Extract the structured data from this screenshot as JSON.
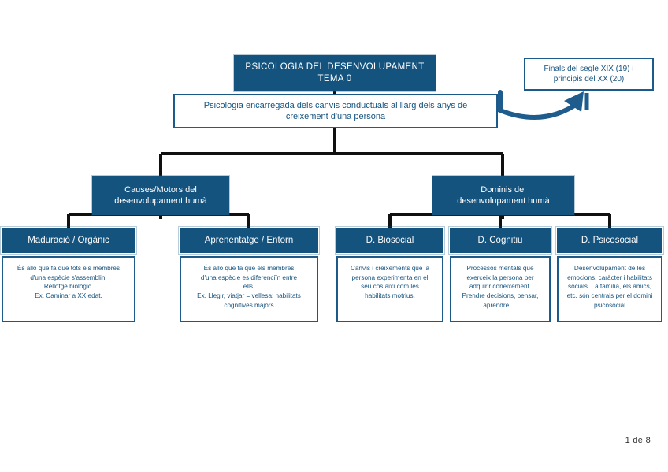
{
  "document": {
    "page_label": "1 de 8",
    "accent_color": "#15537f",
    "outline_color": "#1d5c8c",
    "connector_color": "#101010",
    "arrow_color": "#1d5c8c"
  },
  "diagram": {
    "title_node": {
      "line1": "PSICOLOGIA DEL DESENVOLUPAMENT",
      "line2": "TEMA 0"
    },
    "definition_node": {
      "line1": "Psicologia encarregada dels canvis conductuals al llarg dels anys de",
      "line2": "creixement d'una persona"
    },
    "era_node": {
      "line1": "Finals del segle XIX (19) i",
      "line2": "principis del XX (20)"
    },
    "branches": [
      {
        "id": "causes",
        "line1": "Causes/Motors del",
        "line2": "desenvolupament humà"
      },
      {
        "id": "dominis",
        "line1": "Dominis del",
        "line2": "desenvolupament humà"
      }
    ],
    "leaves": [
      {
        "id": "maduracio",
        "header": "Maduració / Orgànic",
        "body_lines": [
          "És allò que fa que tots els membres",
          "d'una espècie s'assemblin.",
          "Rellotge biològic.",
          "Ex. Caminar a XX edat."
        ]
      },
      {
        "id": "aprenentatge",
        "header": "Aprenentatge / Entorn",
        "body_lines": [
          "És allò que fa que els membres",
          "d'una espècie es diferenciïn entre",
          "ells.",
          "Ex. Llegir, viatjar = vellesa: habilitats",
          "cognitives majors"
        ]
      },
      {
        "id": "biosocial",
        "header": "D. Biosocial",
        "body_lines": [
          "Canvis i creixements que la",
          "persona experimenta en el",
          "seu cos així com les",
          "habilitats motrius."
        ]
      },
      {
        "id": "cognitiu",
        "header": "D. Cognitiu",
        "body_lines": [
          "Processos mentals que",
          "exerceix la persona per",
          "adquirir coneixement.",
          "Prendre decisions, pensar,",
          "aprendre…."
        ]
      },
      {
        "id": "psicosocial",
        "header": "D. Psicosocial",
        "body_lines": [
          "Desenvolupament de les",
          "emocions, caràcter i habilitats",
          "socials. La família, els amics,",
          "etc. són centrals per el domini",
          "psicosocial"
        ]
      }
    ]
  }
}
